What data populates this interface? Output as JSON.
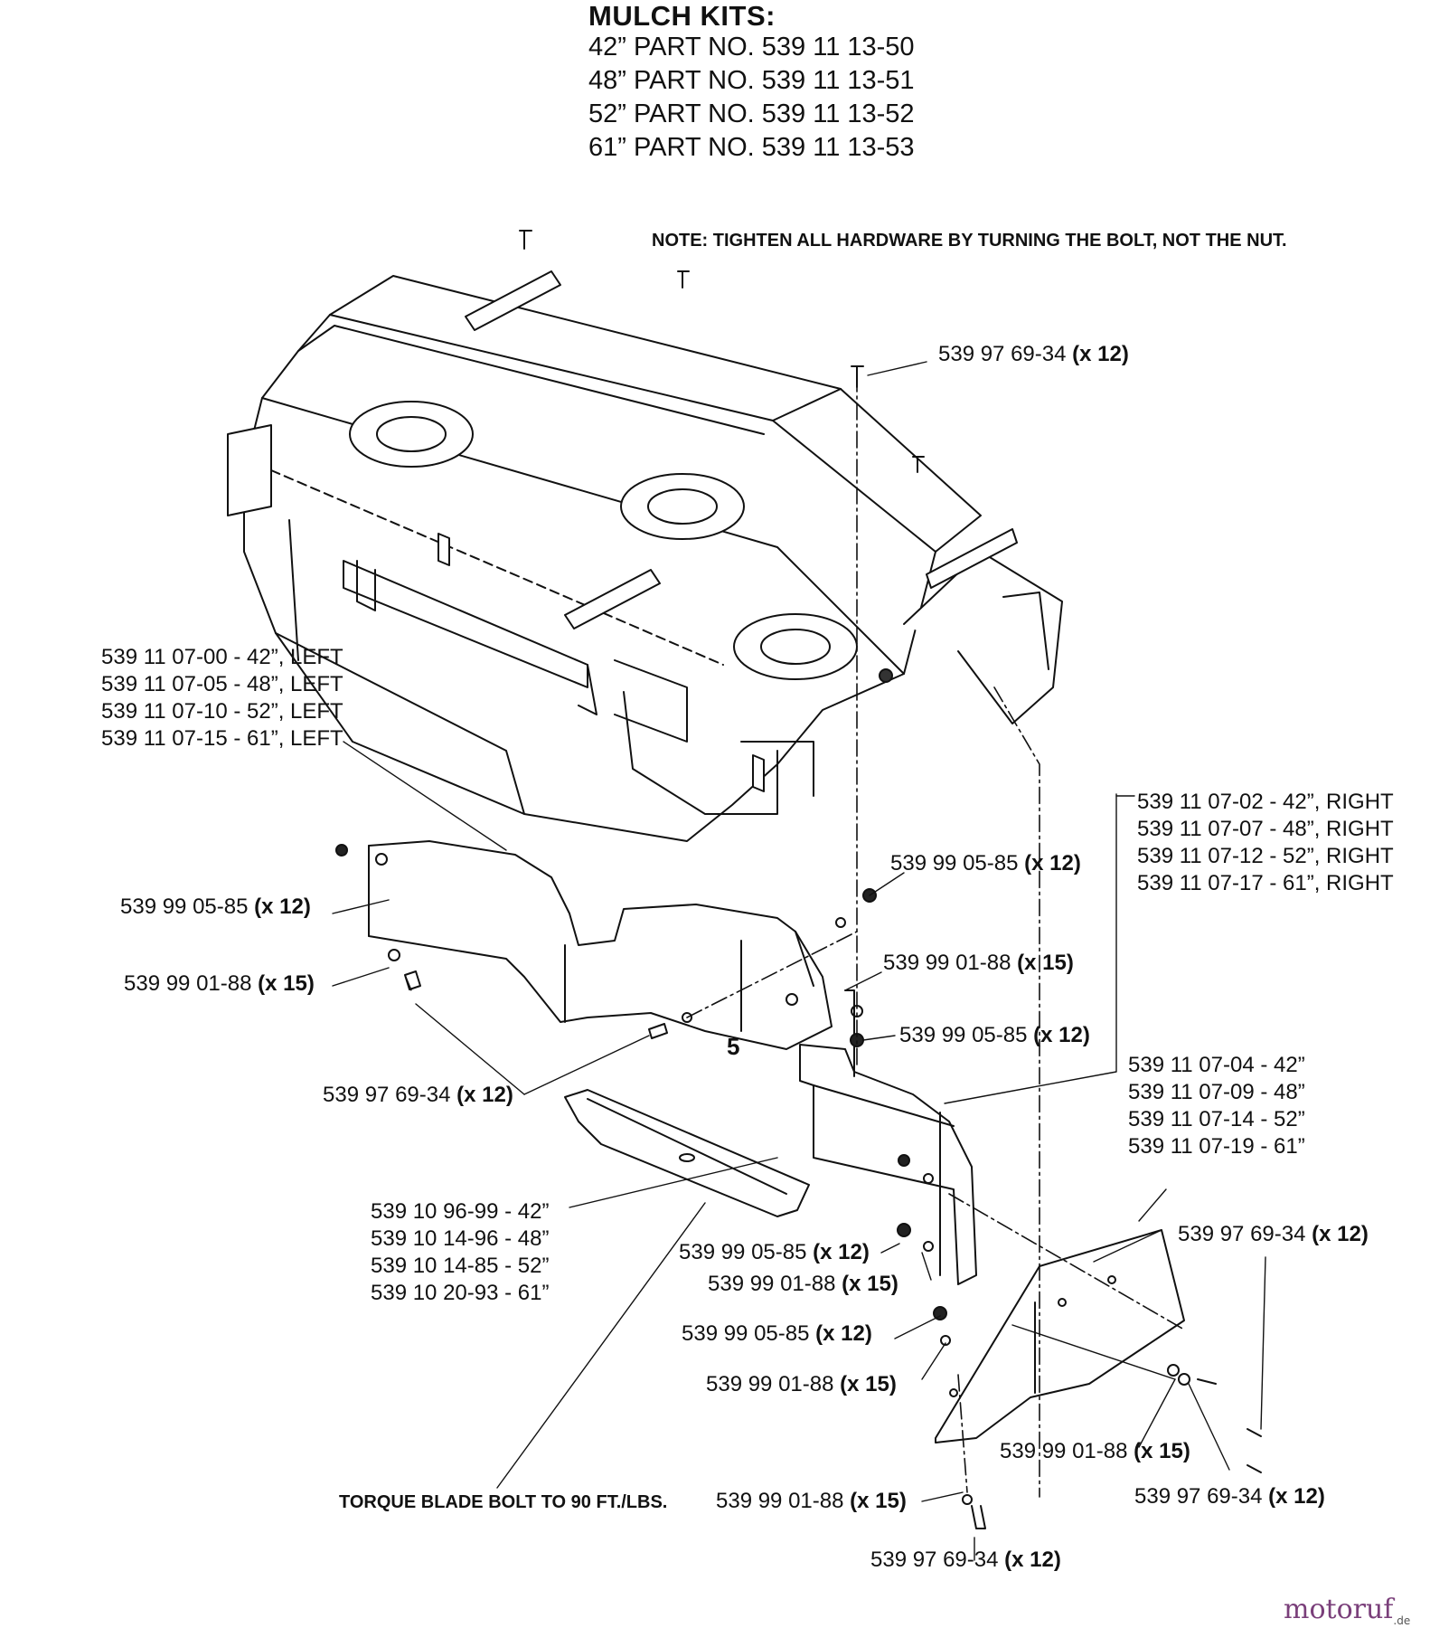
{
  "header": {
    "title": "MULCH KITS:",
    "kits": [
      "42” PART NO. 539 11 13-50",
      "48” PART NO. 539 11 13-51",
      "52” PART NO. 539 11 13-52",
      "61” PART NO. 539 11 13-53"
    ]
  },
  "note": "NOTE: TIGHTEN ALL HARDWARE BY TURNING THE BOLT, NOT THE NUT.",
  "torque_note": "TORQUE BLADE BOLT TO 90 FT./LBS.",
  "ref_number": "5",
  "logo": {
    "text": "motoruf",
    "suffix": ".de"
  },
  "blocks": {
    "left_baffle": [
      "539 11 07-00 - 42”, LEFT",
      "539 11 07-05 - 48”, LEFT",
      "539 11 07-10 - 52”, LEFT",
      "539 11 07-15 - 61”, LEFT"
    ],
    "right_baffle": [
      "539 11 07-02 - 42”, RIGHT",
      "539 11 07-07 - 48”, RIGHT",
      "539 11 07-12 - 52”, RIGHT",
      "539 11 07-17 - 61”, RIGHT"
    ],
    "side_plate": [
      "539 11 07-04 - 42”",
      "539 11 07-09 - 48”",
      "539 11 07-14 - 52”",
      "539 11 07-19 - 61”"
    ],
    "blade": [
      "539 10 96-99 - 42”",
      "539 10 14-96 - 48”",
      "539 10 14-85 - 52”",
      "539 10 20-93 - 61”"
    ]
  },
  "callouts": [
    {
      "part": "539  97 69-34",
      "qty": "(x 12)"
    },
    {
      "part": "539 99 05-85",
      "qty": "(x 12)"
    },
    {
      "part": "539  99 01-88",
      "qty": "(x 15)"
    },
    {
      "part": "539  97 69-34",
      "qty": "(x 12)"
    },
    {
      "part": "539 99 05-85",
      "qty": "(x 12)"
    },
    {
      "part": "539  99 01-88",
      "qty": "(x 15)"
    },
    {
      "part": "539 99 05-85",
      "qty": "(x 12)"
    },
    {
      "part": "539 99 05-85",
      "qty": "(x 12)"
    },
    {
      "part": "539  99 01-88",
      "qty": "(x 15)"
    },
    {
      "part": "539  97 69-34",
      "qty": "(x 12)"
    },
    {
      "part": "539 99 05-85",
      "qty": "(x 12)"
    },
    {
      "part": "539  99 01-88",
      "qty": "(x 15)"
    },
    {
      "part": "539  99 01-88",
      "qty": "(x 15)"
    },
    {
      "part": "539  97 69-34",
      "qty": "(x 12)"
    },
    {
      "part": "539  99 01-88",
      "qty": "(x 15)"
    },
    {
      "part": "539  97 69-34",
      "qty": "(x 12)"
    }
  ]
}
